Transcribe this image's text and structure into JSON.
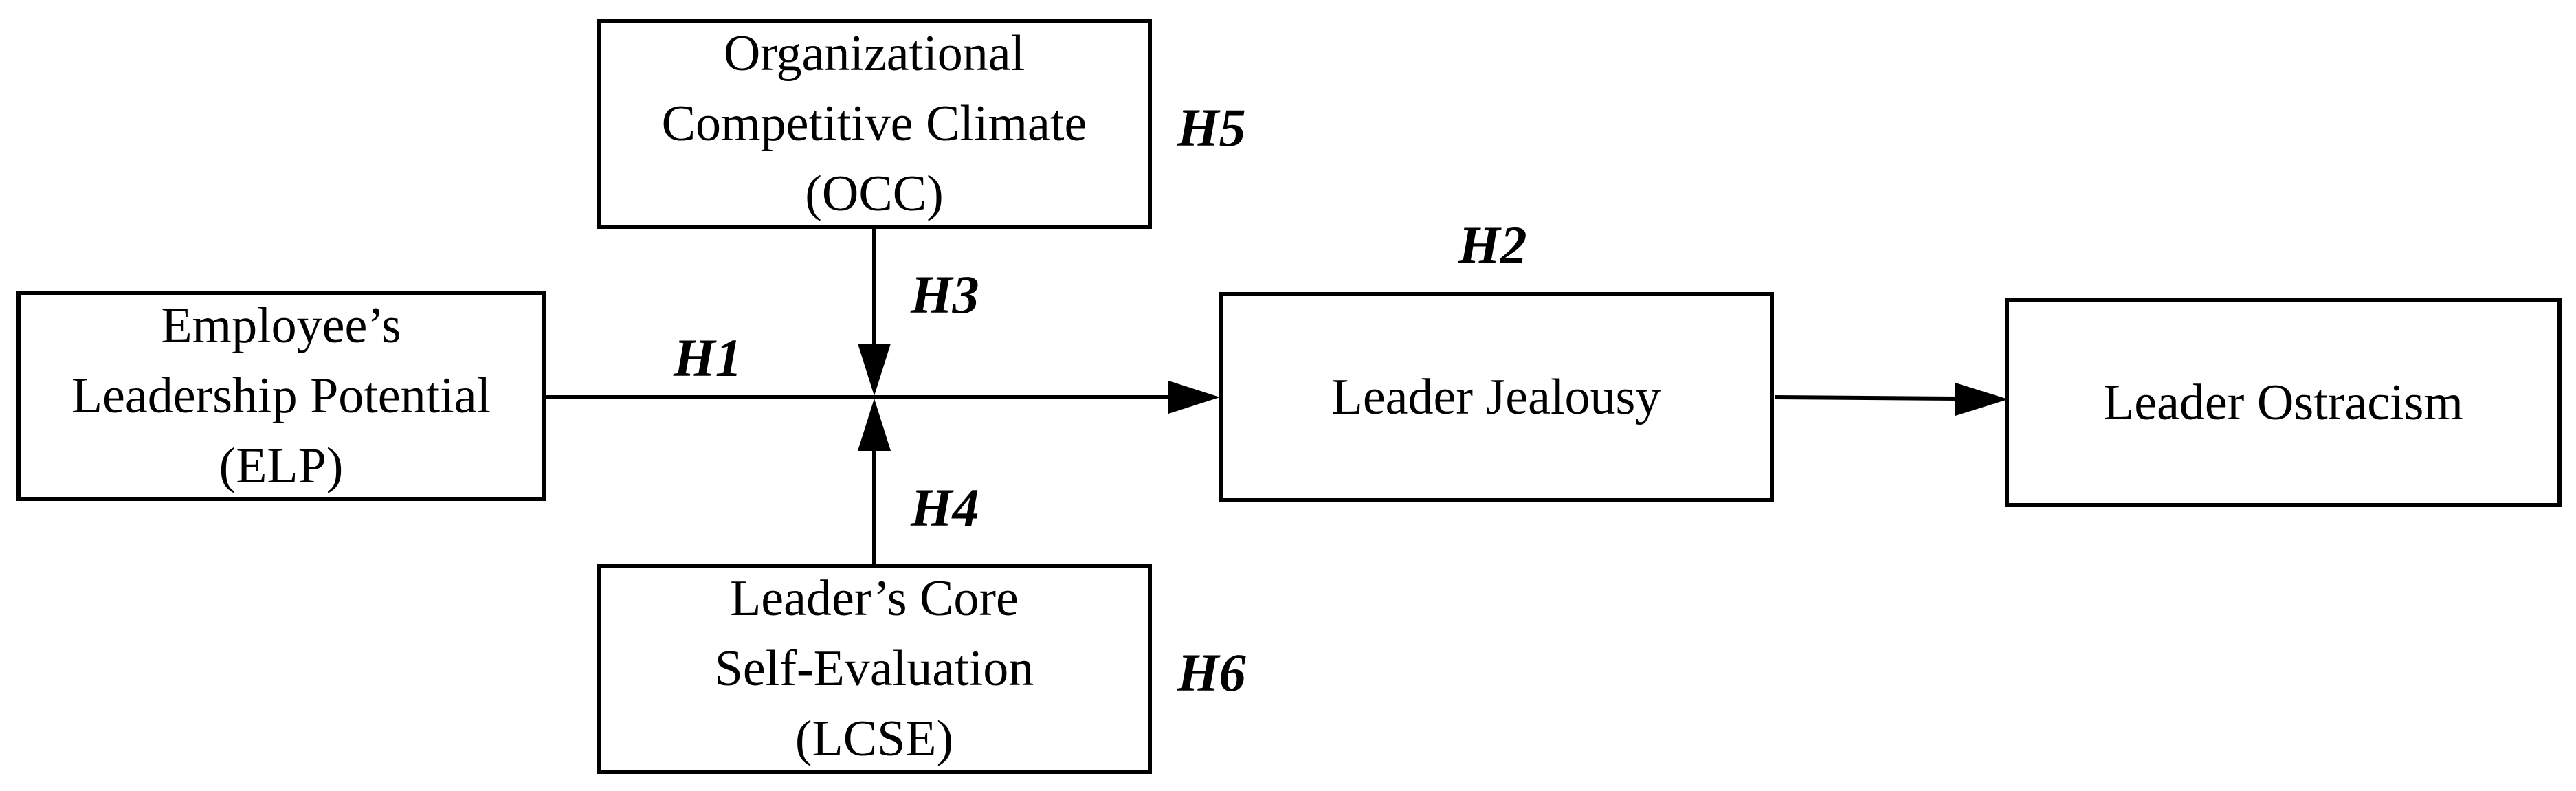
{
  "diagram": {
    "nodes": {
      "occ": {
        "lines": [
          "Organizational",
          "Competitive Climate",
          "(OCC)"
        ]
      },
      "elp": {
        "lines": [
          "Employee’s",
          "Leadership Potential",
          "(ELP)"
        ]
      },
      "lcse": {
        "lines": [
          "Leader’s  Core",
          "Self-Evaluation",
          "(LCSE)"
        ]
      },
      "jealousy": {
        "lines": [
          "Leader Jealousy"
        ]
      },
      "ostracism": {
        "lines": [
          "Leader Ostracism"
        ]
      }
    },
    "hypotheses": {
      "h1": "H1",
      "h2": "H2",
      "h3": "H3",
      "h4": "H4",
      "h5": "H5",
      "h6": "H6"
    },
    "line_color": "#000000"
  }
}
